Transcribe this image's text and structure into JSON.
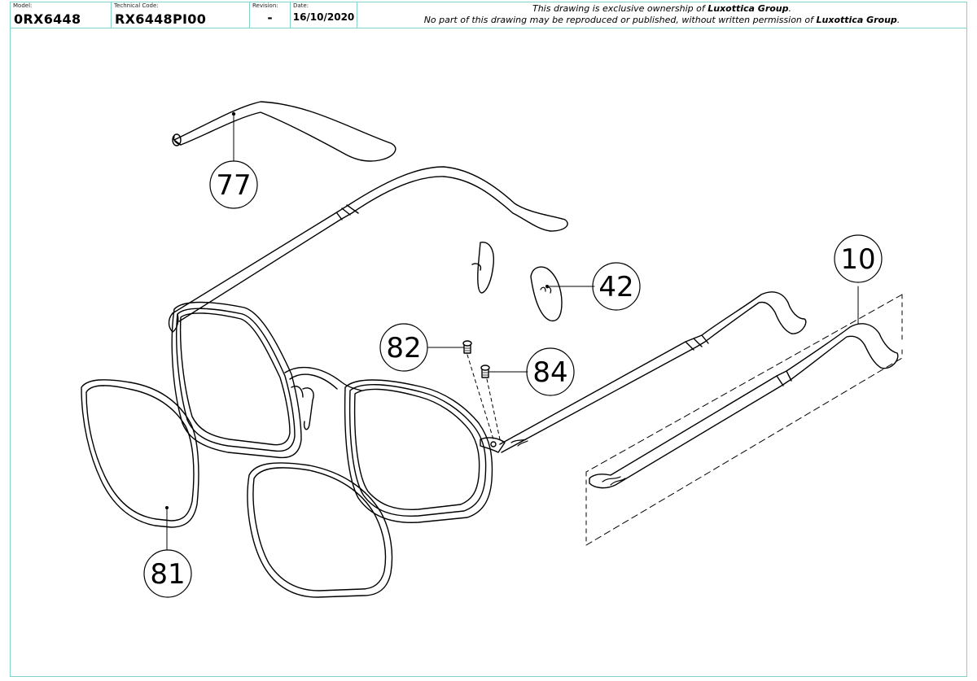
{
  "title_block": {
    "model_caption": "Model:",
    "model_value": "0RX6448",
    "code_caption": "Technical Code:",
    "code_value": "RX6448PI00",
    "revision_caption": "Revision:",
    "revision_value": "-",
    "date_caption": "Date:",
    "date_value": "16/10/2020",
    "notice_line1_a": "This drawing is exclusive ownership of ",
    "notice_line1_b": "Luxottica Group",
    "notice_line1_c": ".",
    "notice_line2_a": "No part of this drawing may be reproduced or published, without written permission of ",
    "notice_line2_b": "Luxottica Group",
    "notice_line2_c": "."
  },
  "callouts": {
    "c77": "77",
    "c42": "42",
    "c10": "10",
    "c82": "82",
    "c84": "84",
    "c81": "81"
  },
  "colors": {
    "frame_border": "#7fd3c8",
    "line": "#000000"
  }
}
